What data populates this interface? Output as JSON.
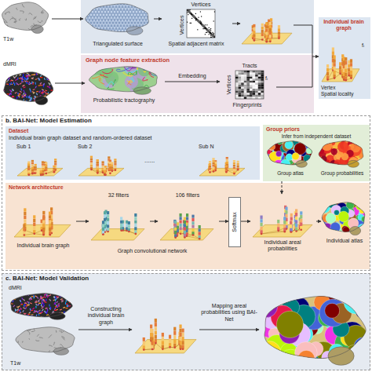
{
  "diagram": {
    "nodes": [
      {
        "text": [
          "T1w"
        ]
      },
      {
        "text": [
          "Triangulated surface"
        ]
      },
      {
        "text": [
          "Vertices",
          "Vertices",
          "Spatial adjacent matrix"
        ]
      },
      {
        "text": [
          "dMRI"
        ]
      },
      {
        "text": [
          "Graph node feature extraction"
        ]
      },
      {
        "text": [
          "Probabilistic tractography"
        ],
        "in": 4
      },
      {
        "text": [
          "Tracts",
          "Vertices",
          "Fingerprints"
        ],
        "in": 4
      },
      {
        "text": [
          "Individual brain graph",
          "Vertex",
          "Spatial locality"
        ]
      },
      {
        "text": [
          "b. BAI-Net: Model Estimation"
        ]
      },
      {
        "text": [
          "Dataset",
          "Individual brain graph dataset and random-ordered dataset"
        ],
        "in": 8
      },
      {
        "text": [
          "Sub 1"
        ],
        "in": 9
      },
      {
        "text": [
          "Sub 2"
        ],
        "in": 9
      },
      {
        "text": [
          "Sub N"
        ],
        "in": 9
      },
      {
        "text": [
          "Group priors",
          "Infer from independent dataset"
        ],
        "in": 8
      },
      {
        "text": [
          "Group atlas"
        ],
        "in": 13
      },
      {
        "text": [
          "Group probabilities"
        ],
        "in": 13
      },
      {
        "text": [
          "Network architecture"
        ],
        "in": 8
      },
      {
        "text": [
          "Individual brain graph"
        ],
        "in": 16
      },
      {
        "text": [
          "32 filters"
        ],
        "in": 16
      },
      {
        "text": [
          "106 filters"
        ],
        "in": 16
      },
      {
        "text": [
          "Softmax"
        ],
        "in": 16
      },
      {
        "text": [
          "Individual areal probabilities"
        ],
        "in": 16
      },
      {
        "text": [
          "Individual atlas"
        ],
        "in": 16
      },
      {
        "text": [
          "c. BAI-Net: Model Validation"
        ]
      },
      {
        "text": [
          "dMRI",
          "T1w"
        ],
        "in": 23
      }
    ],
    "edges": [
      {
        "from": 0,
        "to": 1,
        "arrow": "to"
      },
      {
        "from": 1,
        "to": 2,
        "arrow": "to"
      },
      {
        "from": 3,
        "to": 5,
        "arrow": "to"
      },
      {
        "from": 5,
        "to": 6,
        "label": "Embedding",
        "arrow": "to"
      },
      {
        "from": 6,
        "to": 7,
        "arrow": "to"
      },
      {
        "from": 17,
        "to": 18,
        "arrow": "to"
      },
      {
        "from": 18,
        "to": 19,
        "arrow": "to"
      },
      {
        "from": 19,
        "to": 20,
        "arrow": "to"
      },
      {
        "from": 20,
        "to": 21,
        "arrow": "to"
      },
      {
        "from": 21,
        "to": 22,
        "arrow": "to"
      },
      {
        "from": 13,
        "to": 21,
        "arrow": "to"
      }
    ],
    "labels": [
      "fᵢ",
      "fᵢ",
      "......",
      "Graph convolutional network",
      "Constructing individual brain graph",
      "Mapping areal probabilities using BAI-Net"
    ]
  }
}
